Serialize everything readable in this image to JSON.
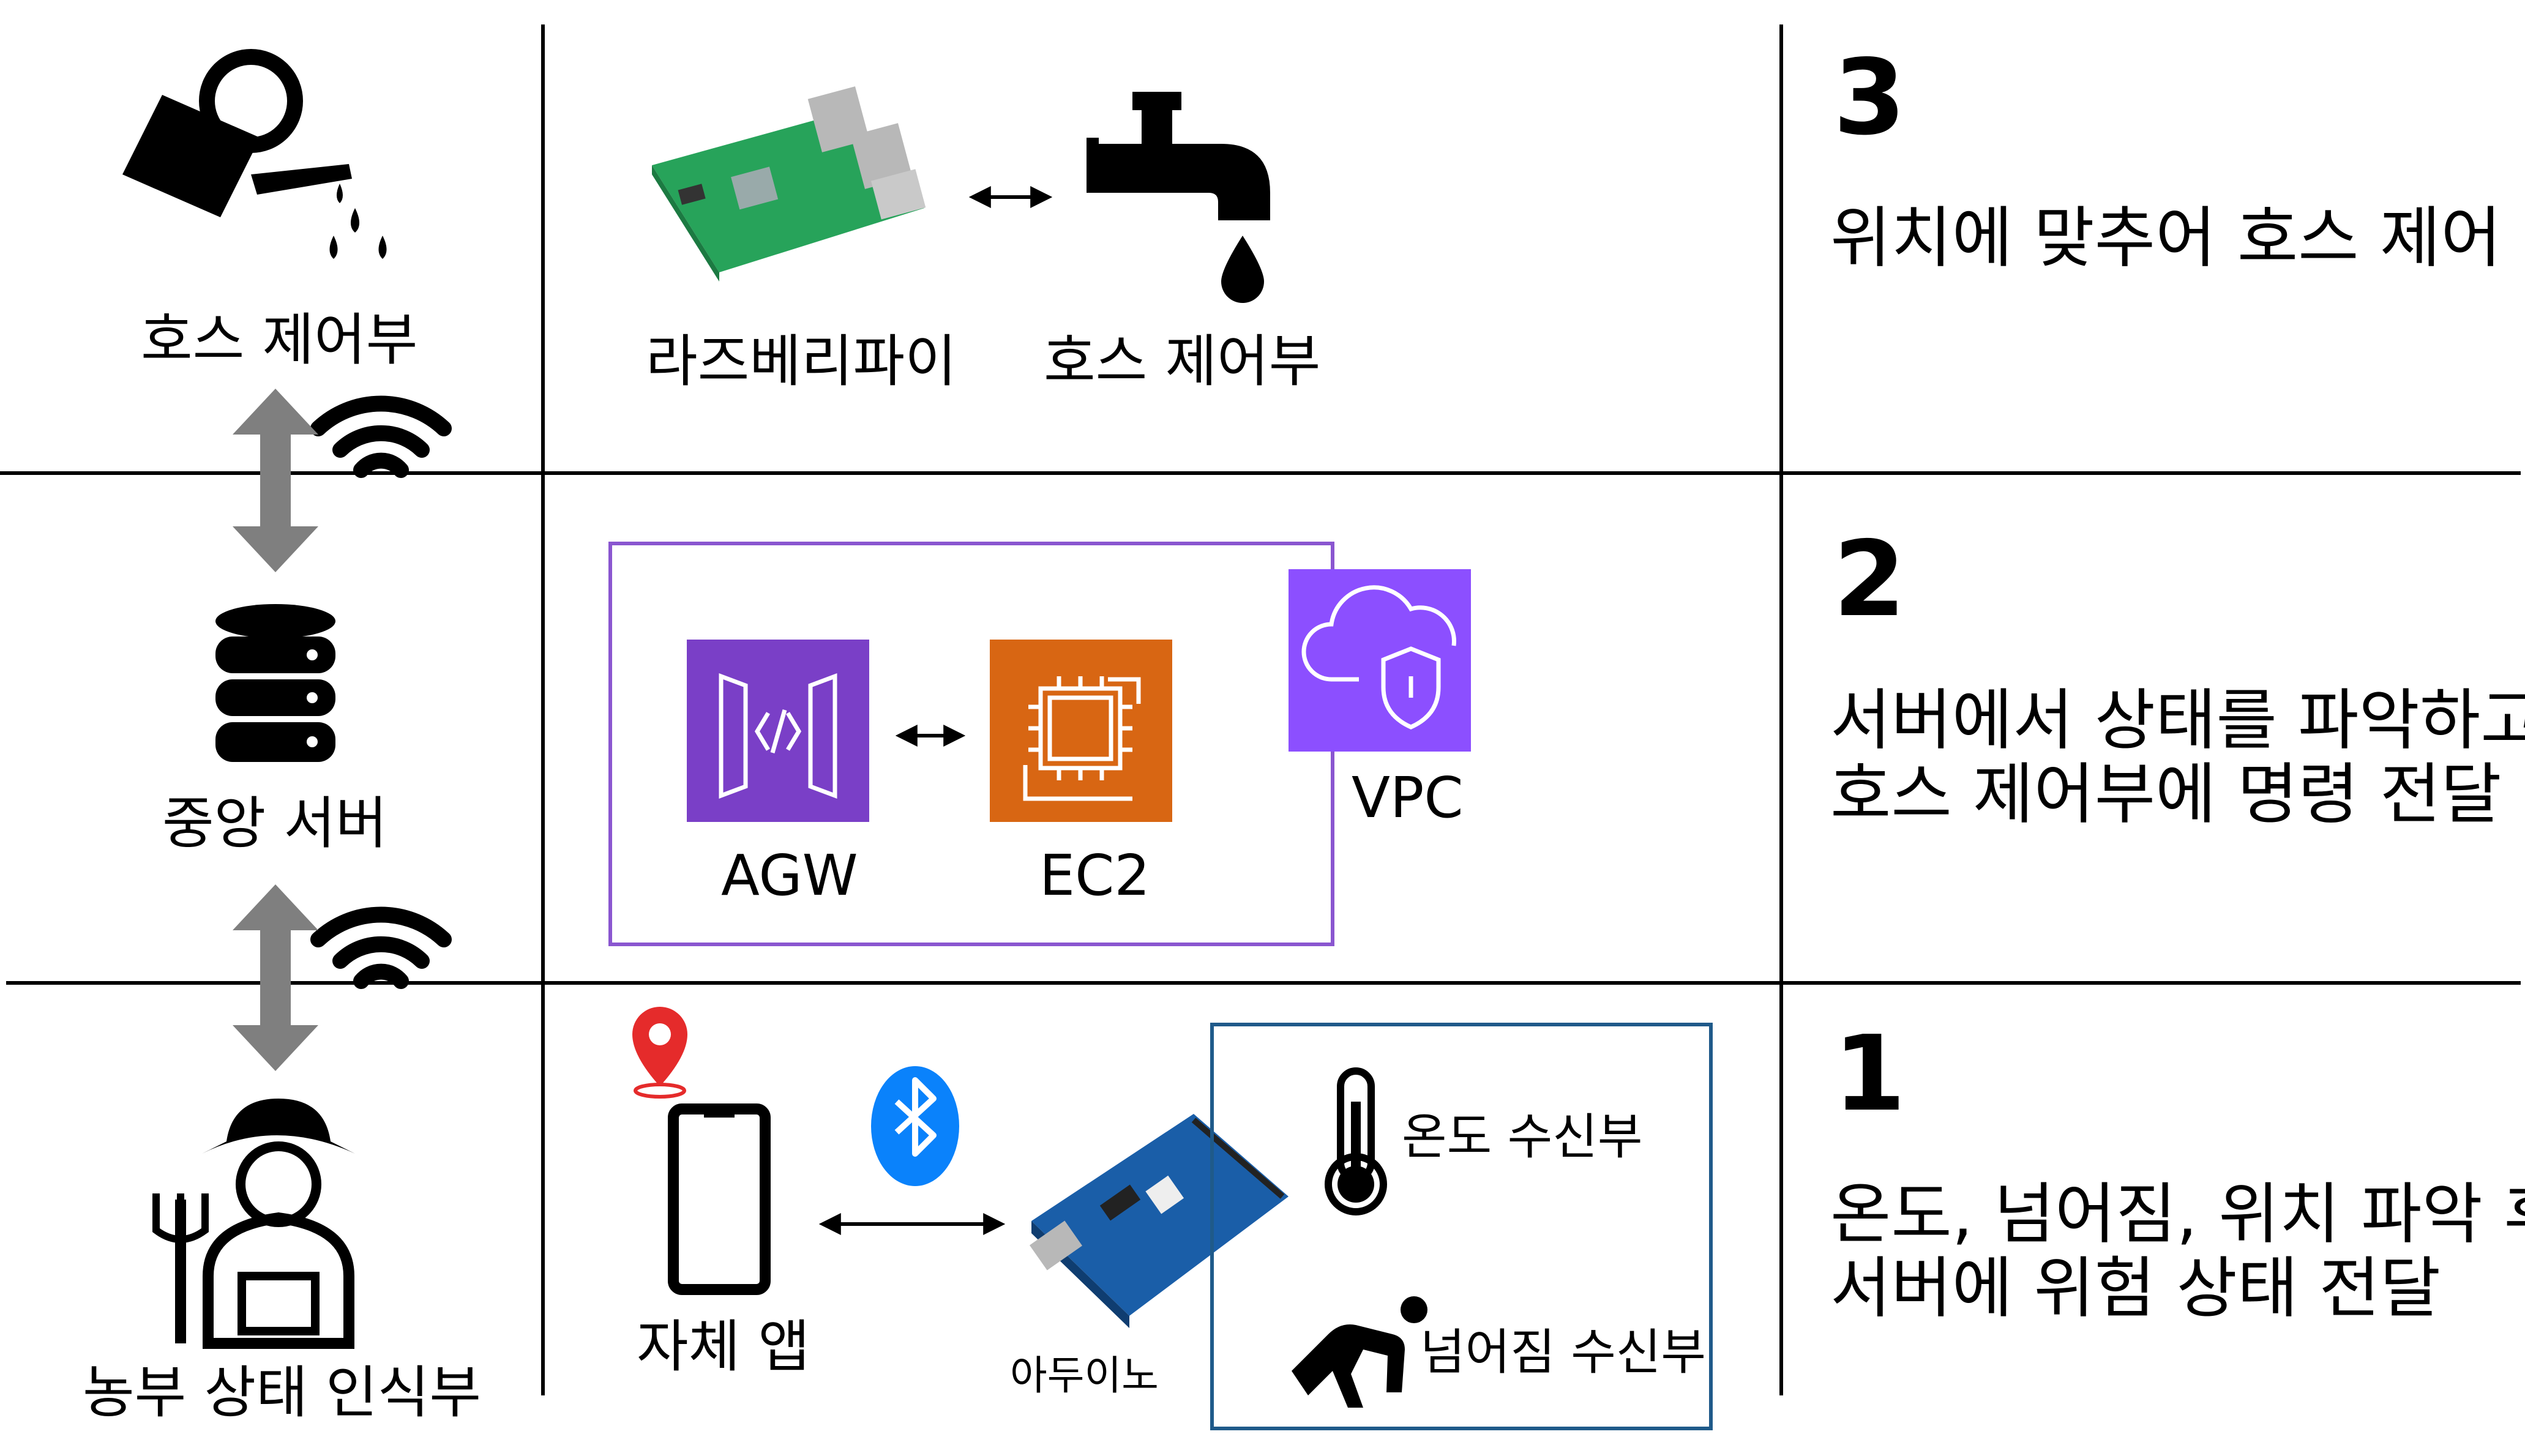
{
  "left_column": {
    "hose_label": "호스 제어부",
    "server_label": "중앙 서버",
    "farmer_label": "농부 상태 인식부"
  },
  "row3": {
    "raspberry_label": "라즈베리파이",
    "hose_label": "호스 제어부",
    "number": "3",
    "description": "위치에 맞추어 호스 제어"
  },
  "row2": {
    "agw_label": "AGW",
    "ec2_label": "EC2",
    "vpc_label": "VPC",
    "number": "2",
    "description": "서버에서 상태를 파악하고\n호스 제어부에 명령 전달"
  },
  "row1": {
    "app_label": "자체 앱",
    "arduino_label": "아두이노",
    "temp_label": "온도 수신부",
    "fall_label": "넘어짐 수신부",
    "number": "1",
    "description": "온도, 넘어짐, 위치 파악 후\n서버에 위험 상태 전달"
  },
  "colors": {
    "agw": "#7a3fc7",
    "ec2": "#d86613",
    "vpc": "#8c4fff",
    "vpc_border": "#8a56d0",
    "sensor_border": "#1f5a8a",
    "bluetooth": "#0a82fb",
    "pin": "#e52b2b",
    "arrow_gray": "#7f7f7f"
  }
}
